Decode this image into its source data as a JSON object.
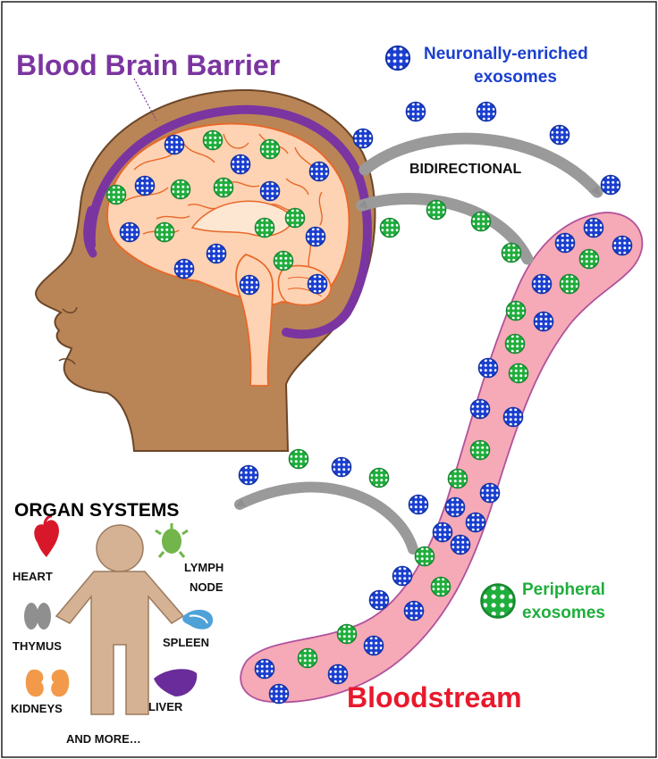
{
  "labels": {
    "bbb": "Blood Brain Barrier",
    "neuronal_line1": "Neuronally-enriched",
    "neuronal_line2": "exosomes",
    "bidirectional": "BIDIRECTIONAL",
    "peripheral_line1": "Peripheral",
    "peripheral_line2": "exosomes",
    "bloodstream": "Bloodstream",
    "organ_systems": "ORGAN SYSTEMS",
    "heart": "HEART",
    "lymph_line1": "LYMPH",
    "lymph_line2": "NODE",
    "thymus": "THYMUS",
    "spleen": "SPLEEN",
    "kidneys": "KIDNEYS",
    "liver": "LIVER",
    "and_more": "AND MORE…"
  },
  "colors": {
    "bbb": "#7b35a0",
    "neuronal": "#1a3fd0",
    "peripheral": "#1fae3c",
    "bloodstream": "#e8192c",
    "vessel_fill": "#f6a9b7",
    "vessel_stroke": "#b0529d",
    "head": "#b98557",
    "brain": "#fdd3b3",
    "brain_stroke": "#e8682a",
    "arrow": "#8f8f8f",
    "body": "#d5b294",
    "heart": "#d8182a",
    "lymph": "#72b54a",
    "thymus": "#8f8f8f",
    "spleen": "#4ea2d8",
    "kidneys": "#f29a4a",
    "liver": "#6a2c9a"
  }
}
